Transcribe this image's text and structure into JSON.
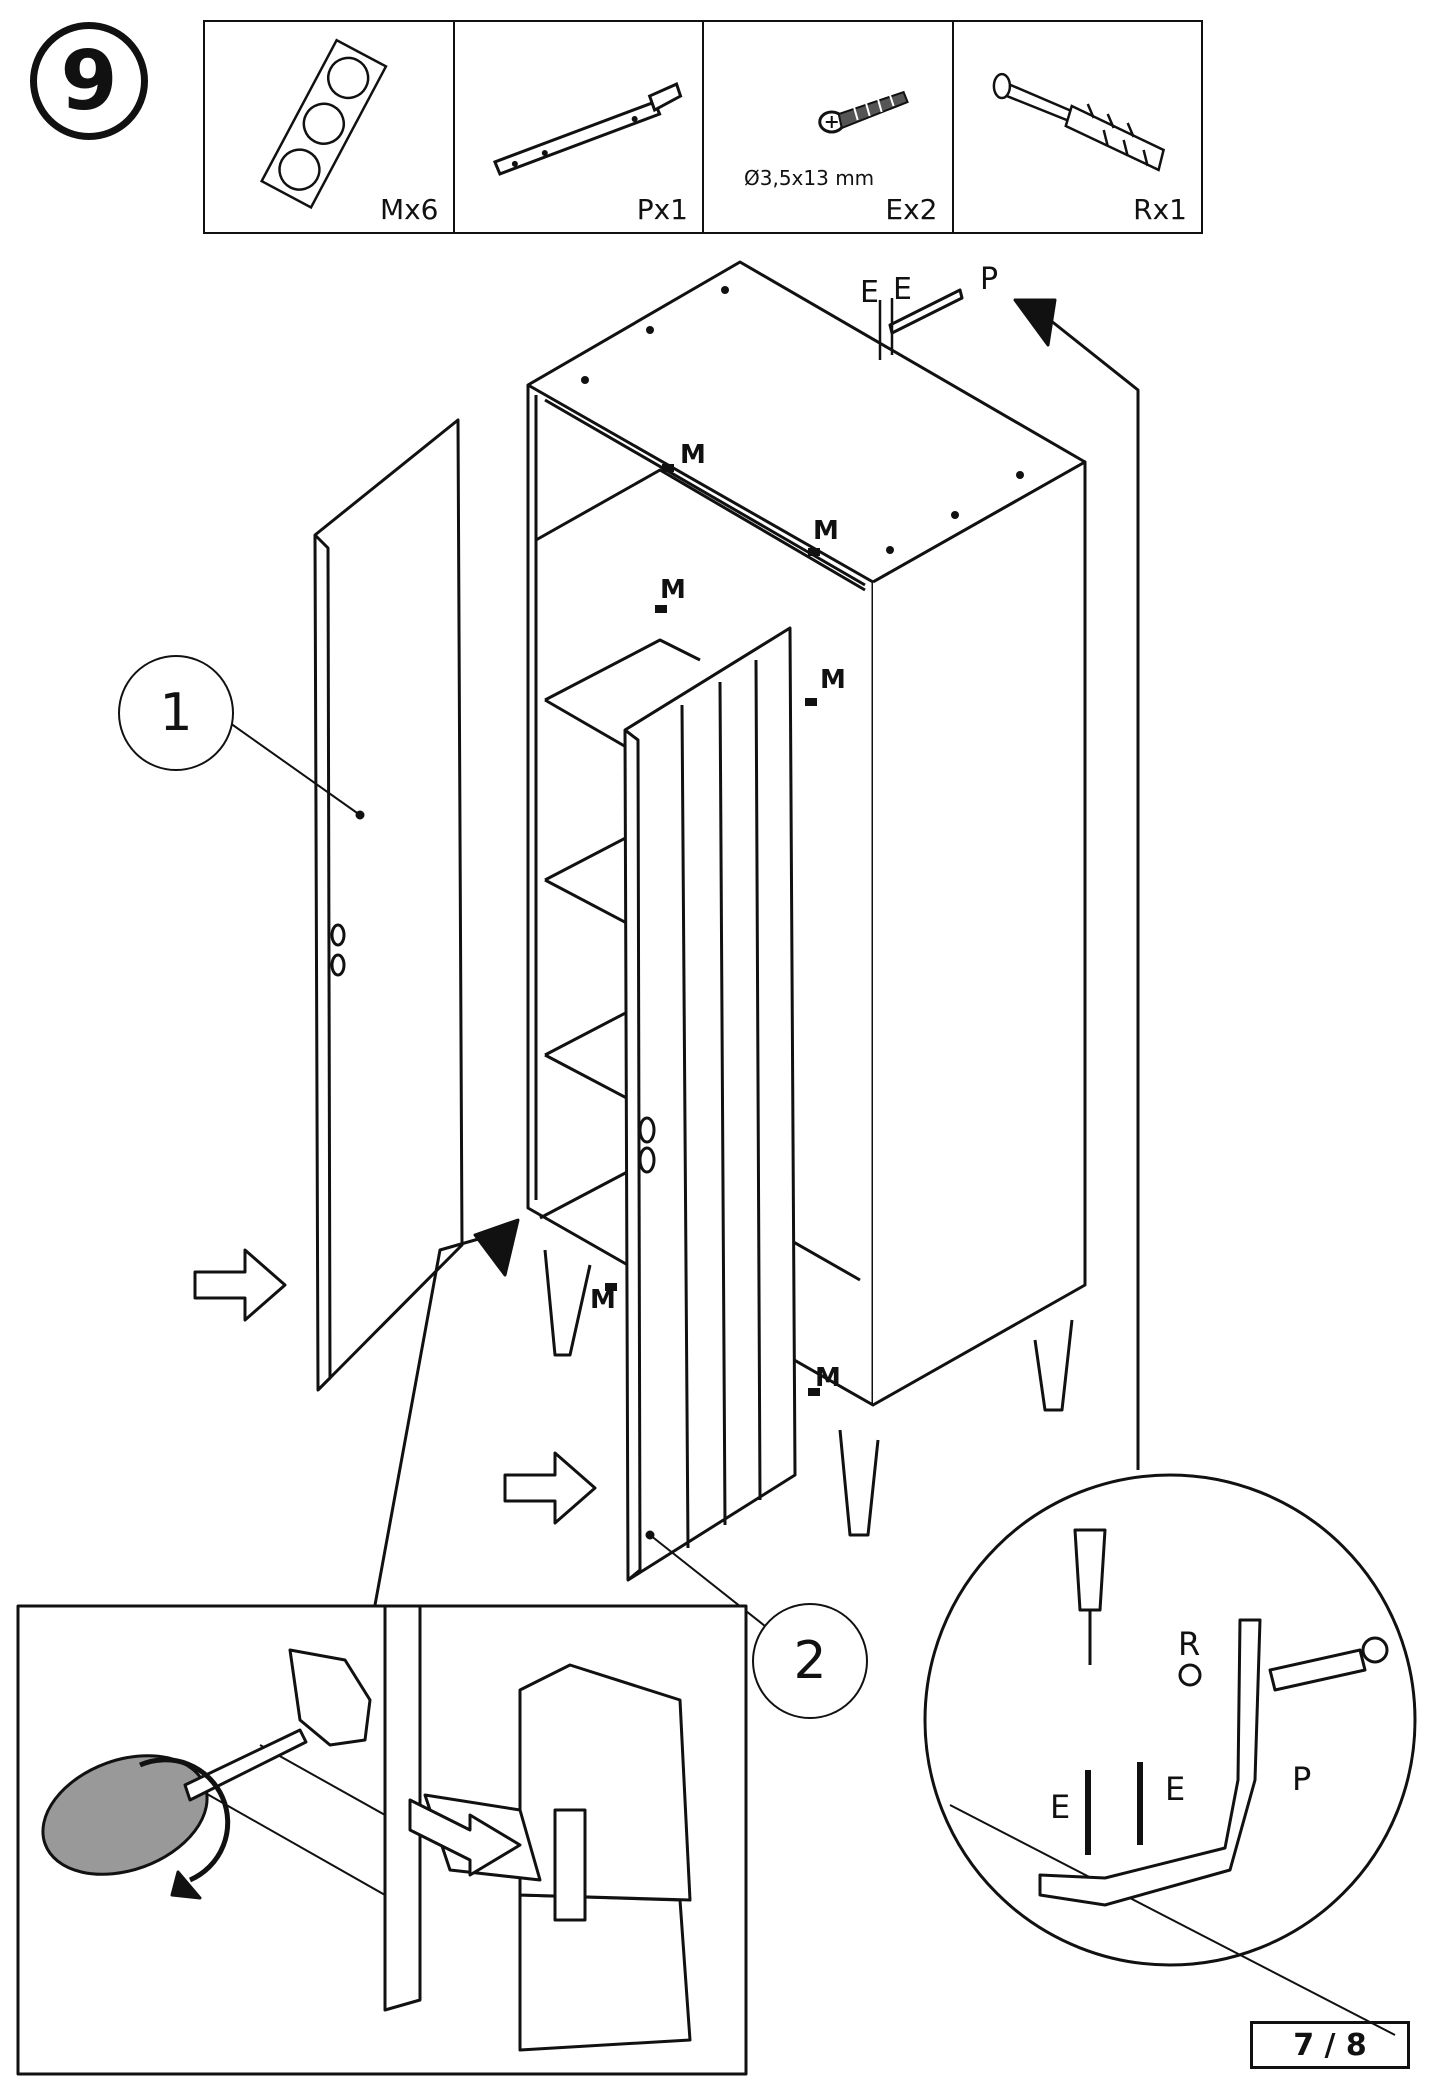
{
  "step": {
    "number": "9"
  },
  "parts": [
    {
      "qty": "Mx6",
      "icon": "adhesive-pads-icon"
    },
    {
      "qty": "Px1",
      "icon": "metal-strap-icon"
    },
    {
      "qty": "Ex2",
      "size": "Ø3,5x13 mm",
      "icon": "screw-icon"
    },
    {
      "qty": "Rx1",
      "icon": "wall-plug-icon"
    }
  ],
  "labels": {
    "e1": "E",
    "e2": "E",
    "p": "P",
    "m": "M",
    "detail_r": "R",
    "detail_e1": "E",
    "detail_e2": "E",
    "detail_p": "P"
  },
  "callouts": {
    "door_left": "1",
    "door_right": "2"
  },
  "page": "7 / 8"
}
